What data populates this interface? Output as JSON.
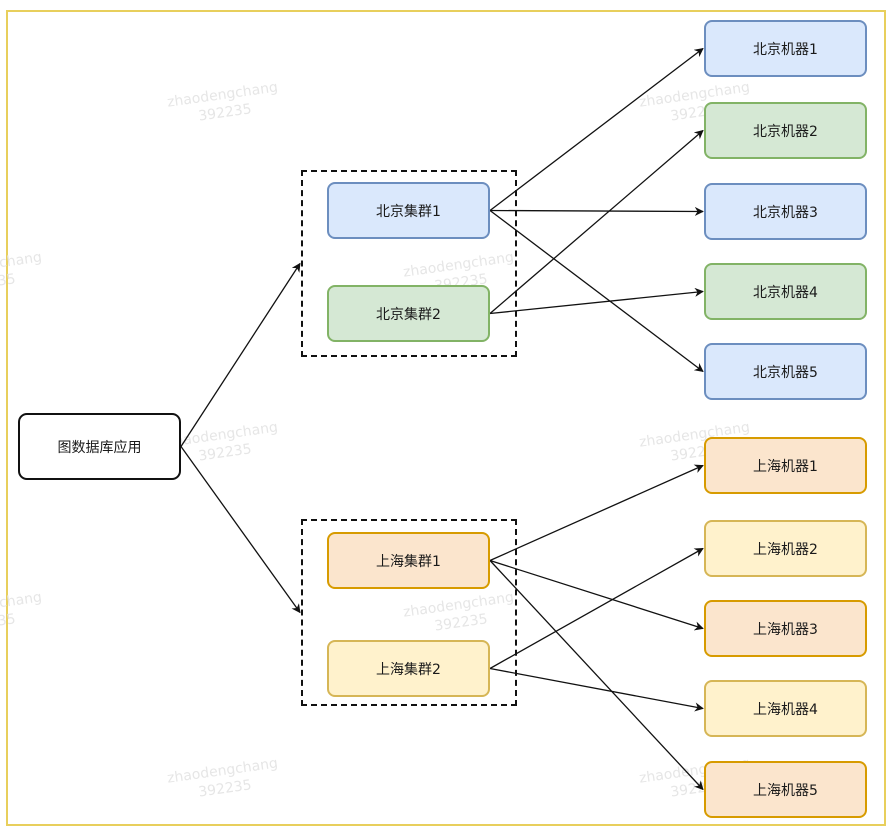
{
  "app": {
    "name": "图数据库应用"
  },
  "clusters": [
    {
      "id": "bj1",
      "label": "北京集群1",
      "color": "blue"
    },
    {
      "id": "bj2",
      "label": "北京集群2",
      "color": "green"
    },
    {
      "id": "sh1",
      "label": "上海集群1",
      "color": "orange"
    },
    {
      "id": "sh2",
      "label": "上海集群2",
      "color": "yellow"
    }
  ],
  "machines": [
    {
      "id": "bjm1",
      "label": "北京机器1",
      "color": "blue"
    },
    {
      "id": "bjm2",
      "label": "北京机器2",
      "color": "green"
    },
    {
      "id": "bjm3",
      "label": "北京机器3",
      "color": "blue"
    },
    {
      "id": "bjm4",
      "label": "北京机器4",
      "color": "green"
    },
    {
      "id": "bjm5",
      "label": "北京机器5",
      "color": "blue"
    },
    {
      "id": "shm1",
      "label": "上海机器1",
      "color": "orange"
    },
    {
      "id": "shm2",
      "label": "上海机器2",
      "color": "yellow"
    },
    {
      "id": "shm3",
      "label": "上海机器3",
      "color": "orange"
    },
    {
      "id": "shm4",
      "label": "上海机器4",
      "color": "yellow"
    },
    {
      "id": "shm5",
      "label": "上海机器5",
      "color": "orange"
    }
  ],
  "edges": [
    {
      "from": "app",
      "to": "bj-group"
    },
    {
      "from": "app",
      "to": "sh-group"
    },
    {
      "from": "bj1",
      "to": "bjm1"
    },
    {
      "from": "bj1",
      "to": "bjm3"
    },
    {
      "from": "bj1",
      "to": "bjm5"
    },
    {
      "from": "bj2",
      "to": "bjm2"
    },
    {
      "from": "bj2",
      "to": "bjm4"
    },
    {
      "from": "sh1",
      "to": "shm1"
    },
    {
      "from": "sh1",
      "to": "shm3"
    },
    {
      "from": "sh1",
      "to": "shm5"
    },
    {
      "from": "sh2",
      "to": "shm2"
    },
    {
      "from": "sh2",
      "to": "shm4"
    }
  ],
  "watermark": {
    "line1": "zhaodengchang",
    "line2": "392235"
  },
  "colors": {
    "blue": "#dae8fc",
    "green": "#d5e8d4",
    "orange": "#fbe5cd",
    "yellow": "#fff2cc",
    "frame": "#e8cf5c",
    "edge": "#111111"
  }
}
